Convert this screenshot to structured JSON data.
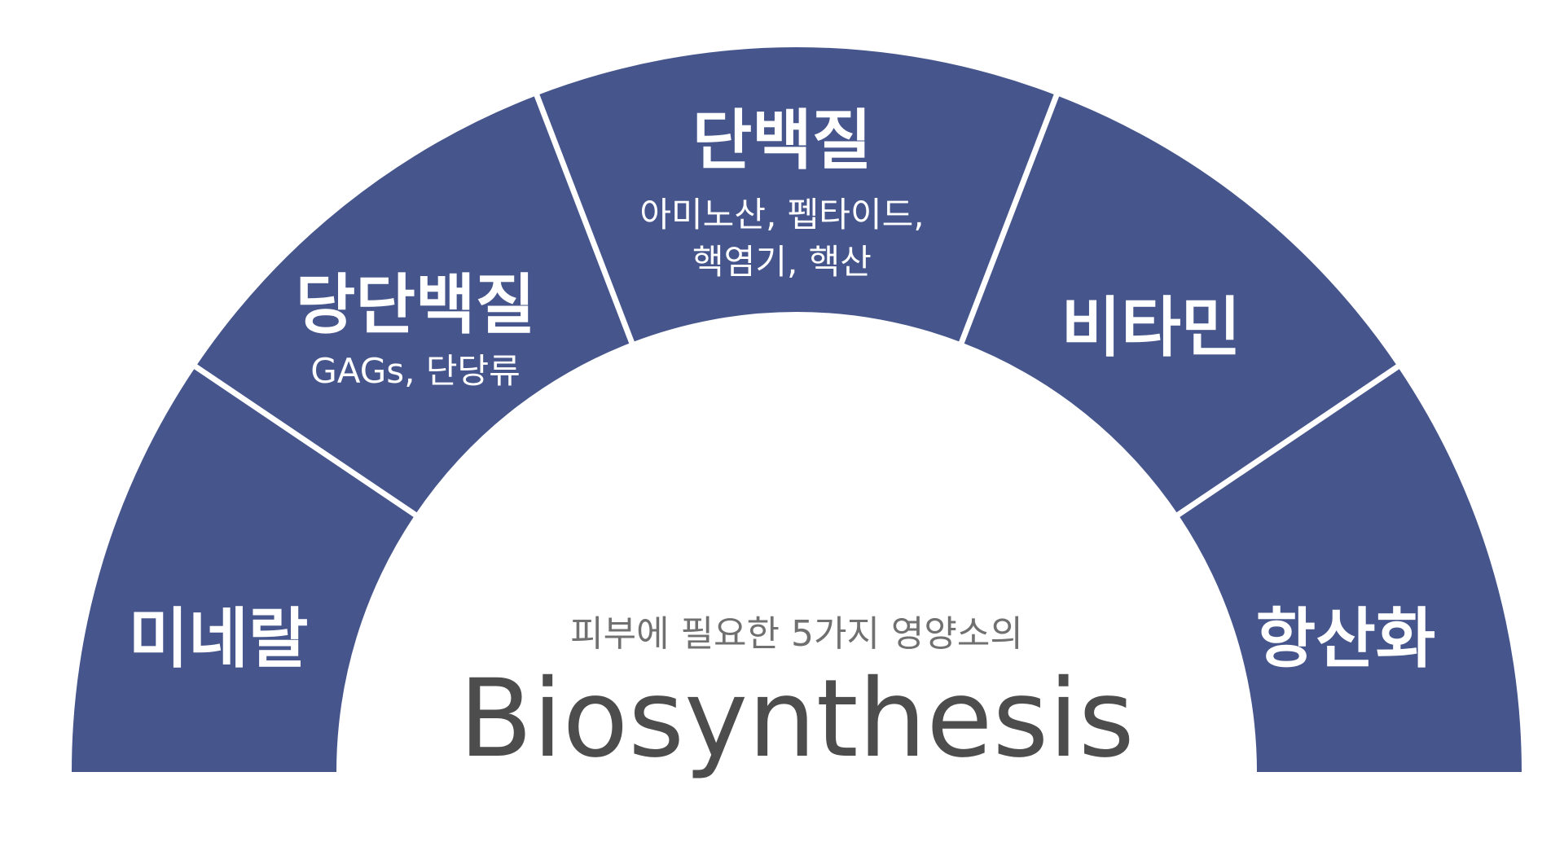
{
  "colors": {
    "segment_fill": "#46568c",
    "divider": "#ffffff",
    "segment_text": "#ffffff",
    "subtitle_text": "#707070",
    "title_text": "#4d4d4d"
  },
  "segments": [
    {
      "title": "미네랄",
      "sub": []
    },
    {
      "title": "당단백질",
      "sub": [
        "GAGs, 단당류"
      ]
    },
    {
      "title": "단백질",
      "sub": [
        "아미노산, 펩타이드,",
        "핵염기, 핵산"
      ]
    },
    {
      "title": "비타민",
      "sub": []
    },
    {
      "title": "항산화",
      "sub": []
    }
  ],
  "center": {
    "subtitle": "피부에 필요한 5가지 영양소의",
    "title": "Biosynthesis"
  }
}
